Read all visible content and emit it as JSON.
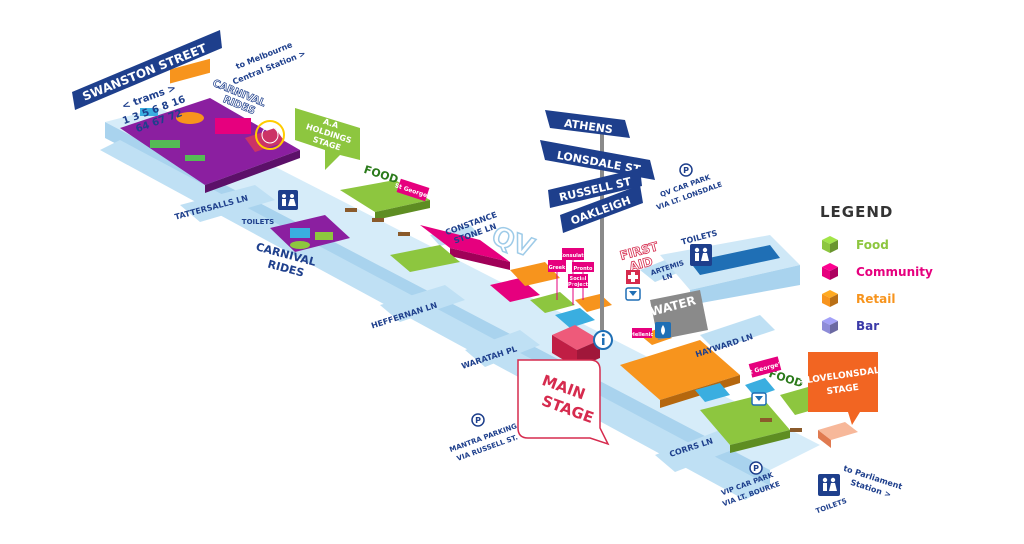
{
  "signs": {
    "swanston": "SWANSTON STREET",
    "athens": "ATHENS",
    "lonsdale": "LONSDALE ST",
    "russell": "RUSSELL ST",
    "oakleigh": "OAKLEIGH"
  },
  "trams": {
    "title": "< trams >",
    "row1": "1 3 5 6 8 16",
    "row2": "64 67 72"
  },
  "labels": {
    "to_melbourne_central_1": "to Melbourne",
    "to_melbourne_central_2": "Central Station >",
    "carnival_rides_top_1": "CARNIVAL",
    "carnival_rides_top_2": "RIDES",
    "carnival_rides_bottom_1": "CARNIVAL",
    "carnival_rides_bottom_2": "RIDES",
    "aa_holdings_1": "A.A",
    "aa_holdings_2": "HOLDINGS",
    "aa_holdings_3": "STAGE",
    "food_left": "FOOD",
    "st_georgs_left": "St George's",
    "tattersalls": "TATTERSALLS LN",
    "toilets_left": "TOILETS",
    "constance_1": "CONSTANCE",
    "constance_2": "STONE LN",
    "qv": "QV",
    "heffernan": "HEFFERNAN LN",
    "waratah": "WARATAH PL",
    "main_stage_1": "MAIN",
    "main_stage_2": "STAGE",
    "first_aid_1": "FIRST",
    "first_aid_2": "AID",
    "artemis_1": "ARTEMIS",
    "artemis_2": "LN",
    "water": "WATER",
    "qv_car_park_1": "QV CAR PARK",
    "qv_car_park_2": "VIA LT. LONSDALE",
    "toilets_right": "TOILETS",
    "hayward": "HAYWARD LN",
    "food_right": "FOOD",
    "st_georgs_right": "St George's",
    "lovelonsdale_1": "#LOVELONSDALE",
    "lovelonsdale_2": "STAGE",
    "mantra_1": "MANTRA PARKING",
    "mantra_2": "VIA RUSSELL ST.",
    "corrs": "CORRS LN",
    "vip_car_park_1": "VIP CAR PARK",
    "vip_car_park_2": "VIA LT. BOURKE",
    "to_parliament_1": "to Parliament",
    "to_parliament_2": "Station >",
    "toilets_bottom": "TOILETS",
    "greek_small_1": "Greek",
    "greek_small_2": "Consulate",
    "greek_small_3": "Pronto",
    "greek_small_4": "Social",
    "greek_small_5": "Project",
    "hellenic": "Hellenic"
  },
  "legend": {
    "title": "LEGEND",
    "items": [
      {
        "label": "Food",
        "color": "#8dc63f"
      },
      {
        "label": "Community",
        "color": "#e6007e"
      },
      {
        "label": "Retail",
        "color": "#f7941d"
      },
      {
        "label": "Bar",
        "color": "#8e8cd8"
      }
    ]
  },
  "colors": {
    "street": "#cfe8f7",
    "street_edge": "#a9d3ee",
    "navy": "#1e3f8c",
    "food": "#8dc63f",
    "community": "#e6007e",
    "retail": "#f7941d",
    "bar": "#8e8cd8",
    "carnival": "#8b1fa0",
    "water": "#2a9bd6",
    "stage_red": "#d62b4e",
    "info_blue": "#1f6fb5"
  },
  "icons": [
    "toilet-icon",
    "parking-icon",
    "info-icon",
    "first-aid-icon",
    "water-icon",
    "bar-icon"
  ]
}
